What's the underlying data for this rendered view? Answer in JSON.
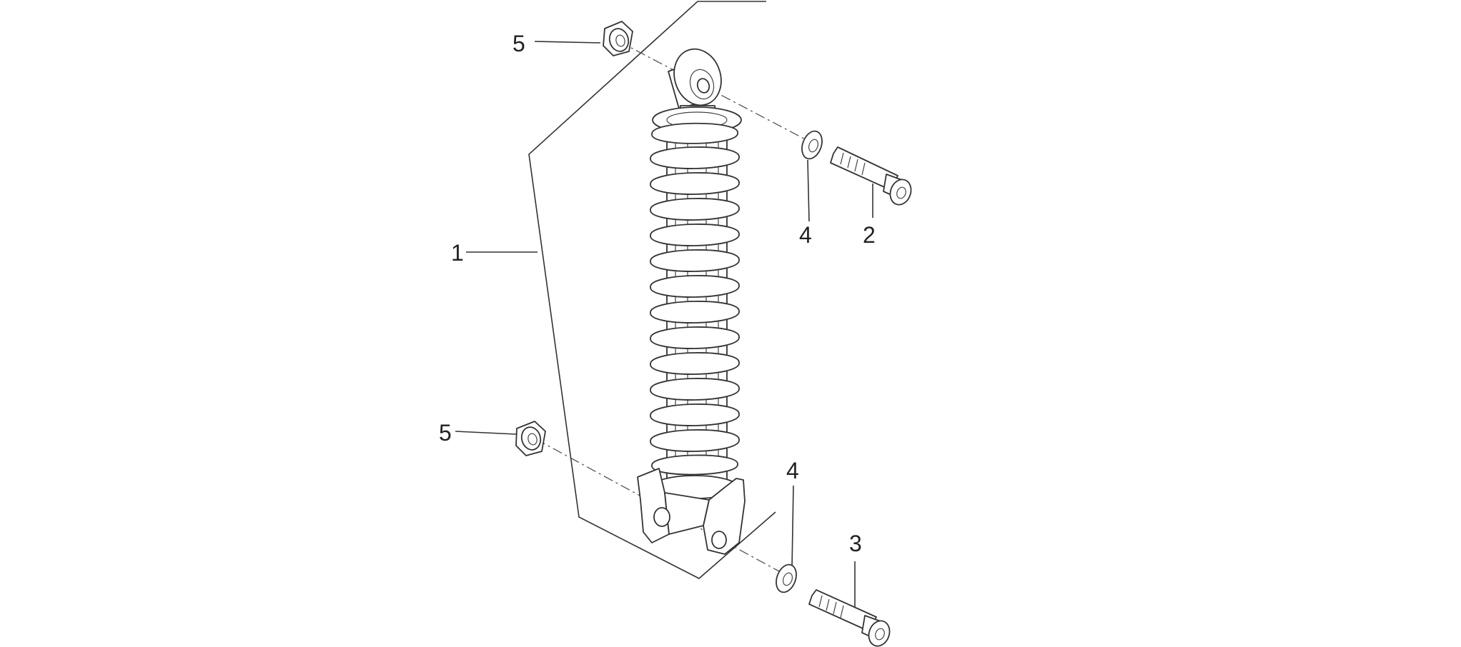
{
  "callouts": {
    "shock_absorber": "1",
    "upper_bolt": "2",
    "lower_bolt": "3",
    "upper_washer": "4",
    "lower_washer": "4",
    "upper_nut": "5",
    "lower_nut": "5"
  }
}
